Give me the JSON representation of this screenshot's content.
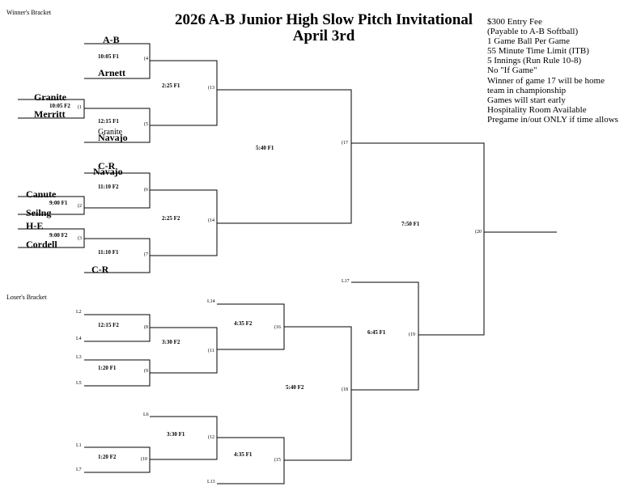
{
  "header": {
    "title_line1": "2026 A-B Junior High Slow Pitch Invitational",
    "title_line2": "April 3rd"
  },
  "sections": {
    "winners": "Winner's Bracket",
    "losers": "Loser's Bracket"
  },
  "info": [
    "$300 Entry Fee",
    "(Payable to A-B Softball)",
    "1 Game Ball Per Game",
    "55 Minute Time Limit (ITB)",
    "5 Innings (Run Rule 10-8)",
    "No \"If Game\"",
    "Winner of game 17 will be home",
    "team in championship",
    "Games will start early",
    "Hospitality Room Available",
    "Pregame in/out ONLY if time allows"
  ],
  "teams": {
    "ab": "A-B",
    "arnett": "Arnett",
    "granite": "Granite",
    "merritt": "Merritt",
    "granite_small": "Granite",
    "navajo": "Navajo",
    "cr_top": "C-R",
    "navajo_top": "Navajo",
    "canute": "Canute",
    "seiling": "Seilng",
    "he": "H-E",
    "cordell": "Cordell",
    "cr_bottom": "C-R"
  },
  "times": {
    "g4": "10:05 F1",
    "g1": "10:05 F2",
    "g5": "12:15 F1",
    "g13": "2:25 F1",
    "g6": "11:10 F2",
    "g2": "9:00 F1",
    "g3": "9:00 F2",
    "g7": "11:10 F1",
    "g14": "2:25 F2",
    "g17": "5:40 F1",
    "g20": "7:50 F1",
    "g8": "12:15 F2",
    "g9": "1:20 F1",
    "g11": "3:30 F2",
    "g16": "4:35 F2",
    "g18": "5:40 F2",
    "g19": "6:45 F1",
    "g12": "3:30  F1",
    "g10": "1:20 F2",
    "g15": "4:35 F1"
  },
  "game_numbers": {
    "g1": "(1",
    "g2": "(2",
    "g3": "(3",
    "g4": "(4",
    "g5": "(5",
    "g6": "(6",
    "g7": "(7",
    "g8": "(8",
    "g9": "(9",
    "g10": "(10",
    "g11": "(11",
    "g12": "(12",
    "g13": "(13",
    "g14": "(14",
    "g15": "(15",
    "g16": "(16",
    "g17": "(17",
    "g18": "(18",
    "g19": "(19",
    "g20": "(20"
  },
  "loser_seeds": {
    "l2": "L2",
    "l4": "L4",
    "l3": "L3",
    "l5": "L5",
    "l6": "L6",
    "l1": "L1",
    "l7": "L7",
    "l14": "L14",
    "l13": "L13",
    "l17": "L17"
  }
}
